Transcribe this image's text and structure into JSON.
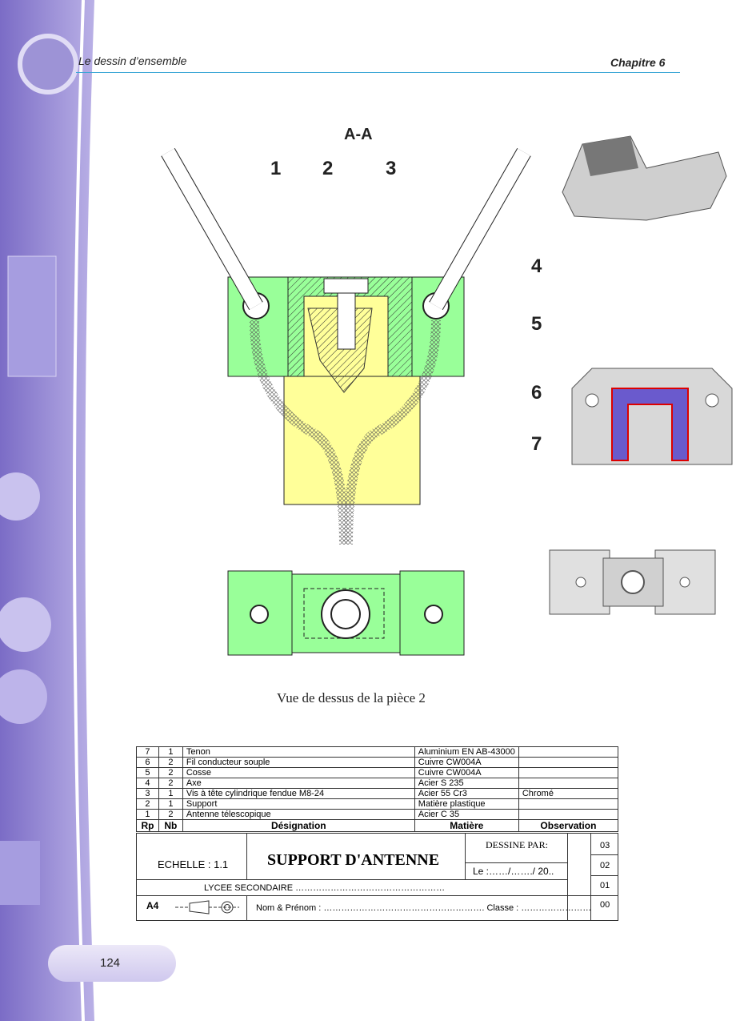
{
  "header": {
    "left": "Le dessin d’ensemble",
    "right": "Chapitre 6"
  },
  "drawing": {
    "section_label": "A-A",
    "callouts": [
      "1",
      "2",
      "3",
      "4",
      "5",
      "6",
      "7"
    ],
    "caption": "Vue de dessus de la pièce 2"
  },
  "parts_list": {
    "columns": [
      "Rp",
      "Nb",
      "Désignation",
      "Matière",
      "Observation"
    ],
    "rows": [
      {
        "rp": "7",
        "nb": "1",
        "designation": "Tenon",
        "matiere": "Aluminium EN AB-43000",
        "observation": ""
      },
      {
        "rp": "6",
        "nb": "2",
        "designation": "Fil conducteur souple",
        "matiere": "Cuivre  CW004A",
        "observation": ""
      },
      {
        "rp": "5",
        "nb": "2",
        "designation": "Cosse",
        "matiere": "Cuivre  CW004A",
        "observation": ""
      },
      {
        "rp": "4",
        "nb": "2",
        "designation": "Axe",
        "matiere": "Acier    S 235",
        "observation": ""
      },
      {
        "rp": "3",
        "nb": "1",
        "designation": "Vis à tête cylindrique fendue M8-24",
        "matiere": "Acier    55 Cr3",
        "observation": "Chromé"
      },
      {
        "rp": "2",
        "nb": "1",
        "designation": "Support",
        "matiere": "Matière plastique",
        "observation": ""
      },
      {
        "rp": "1",
        "nb": "2",
        "designation": "Antenne télescopique",
        "matiere": "Acier    C 35",
        "observation": ""
      }
    ]
  },
  "title_block": {
    "scale": "ECHELLE : 1.1",
    "title": "SUPPORT D'ANTENNE",
    "drawn_by": "DESSINE  PAR:",
    "date": "Le :……/……./ 20..",
    "school": "LYCEE SECONDAIRE  ……………………………………………",
    "format": "A4",
    "name": "Nom & Prénom : ……………………………………………….  Classe : ……………………",
    "revisions": [
      "03",
      "02",
      "01",
      "00"
    ]
  },
  "page_number": "124"
}
